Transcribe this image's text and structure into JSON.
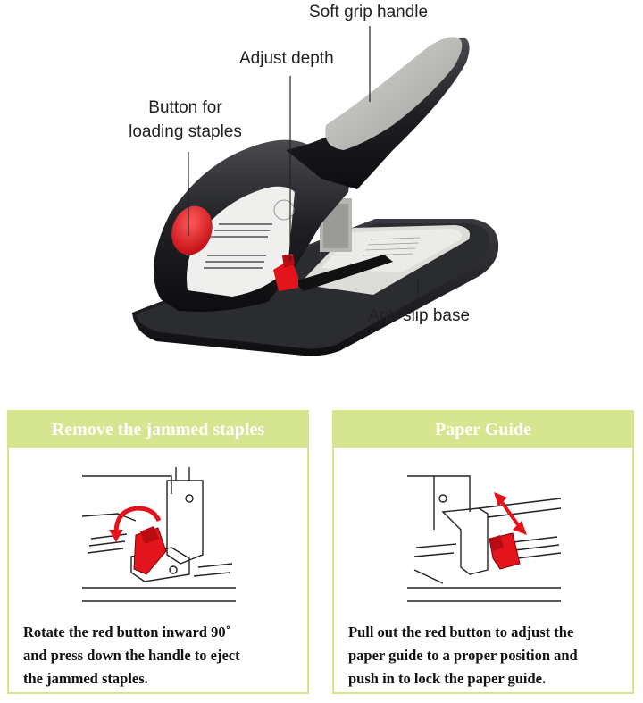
{
  "labels": {
    "soft_grip_handle": "Soft grip handle",
    "adjust_depth": "Adjust depth",
    "loading_line1": "Button for",
    "loading_line2": "loading staples",
    "anti_slip_base": "Anti-slip base"
  },
  "panels": [
    {
      "title": "Remove the jammed staples",
      "lines": [
        "Rotate the red button inward 90˚",
        "and press down the handle to eject",
        "the jammed staples."
      ]
    },
    {
      "title": "Paper Guide",
      "lines": [
        "Pull out the red button to adjust the",
        "paper guide to a proper position and",
        "push in to lock the paper guide."
      ]
    }
  ],
  "colors": {
    "accent_green": "#d6e58f",
    "stapler_body": "#1e1f22",
    "grip_gray": "#b9b9b7",
    "button_red": "#e3141b"
  },
  "icons": [
    "stapler-image",
    "rotate-arrow-icon",
    "double-arrow-icon"
  ]
}
